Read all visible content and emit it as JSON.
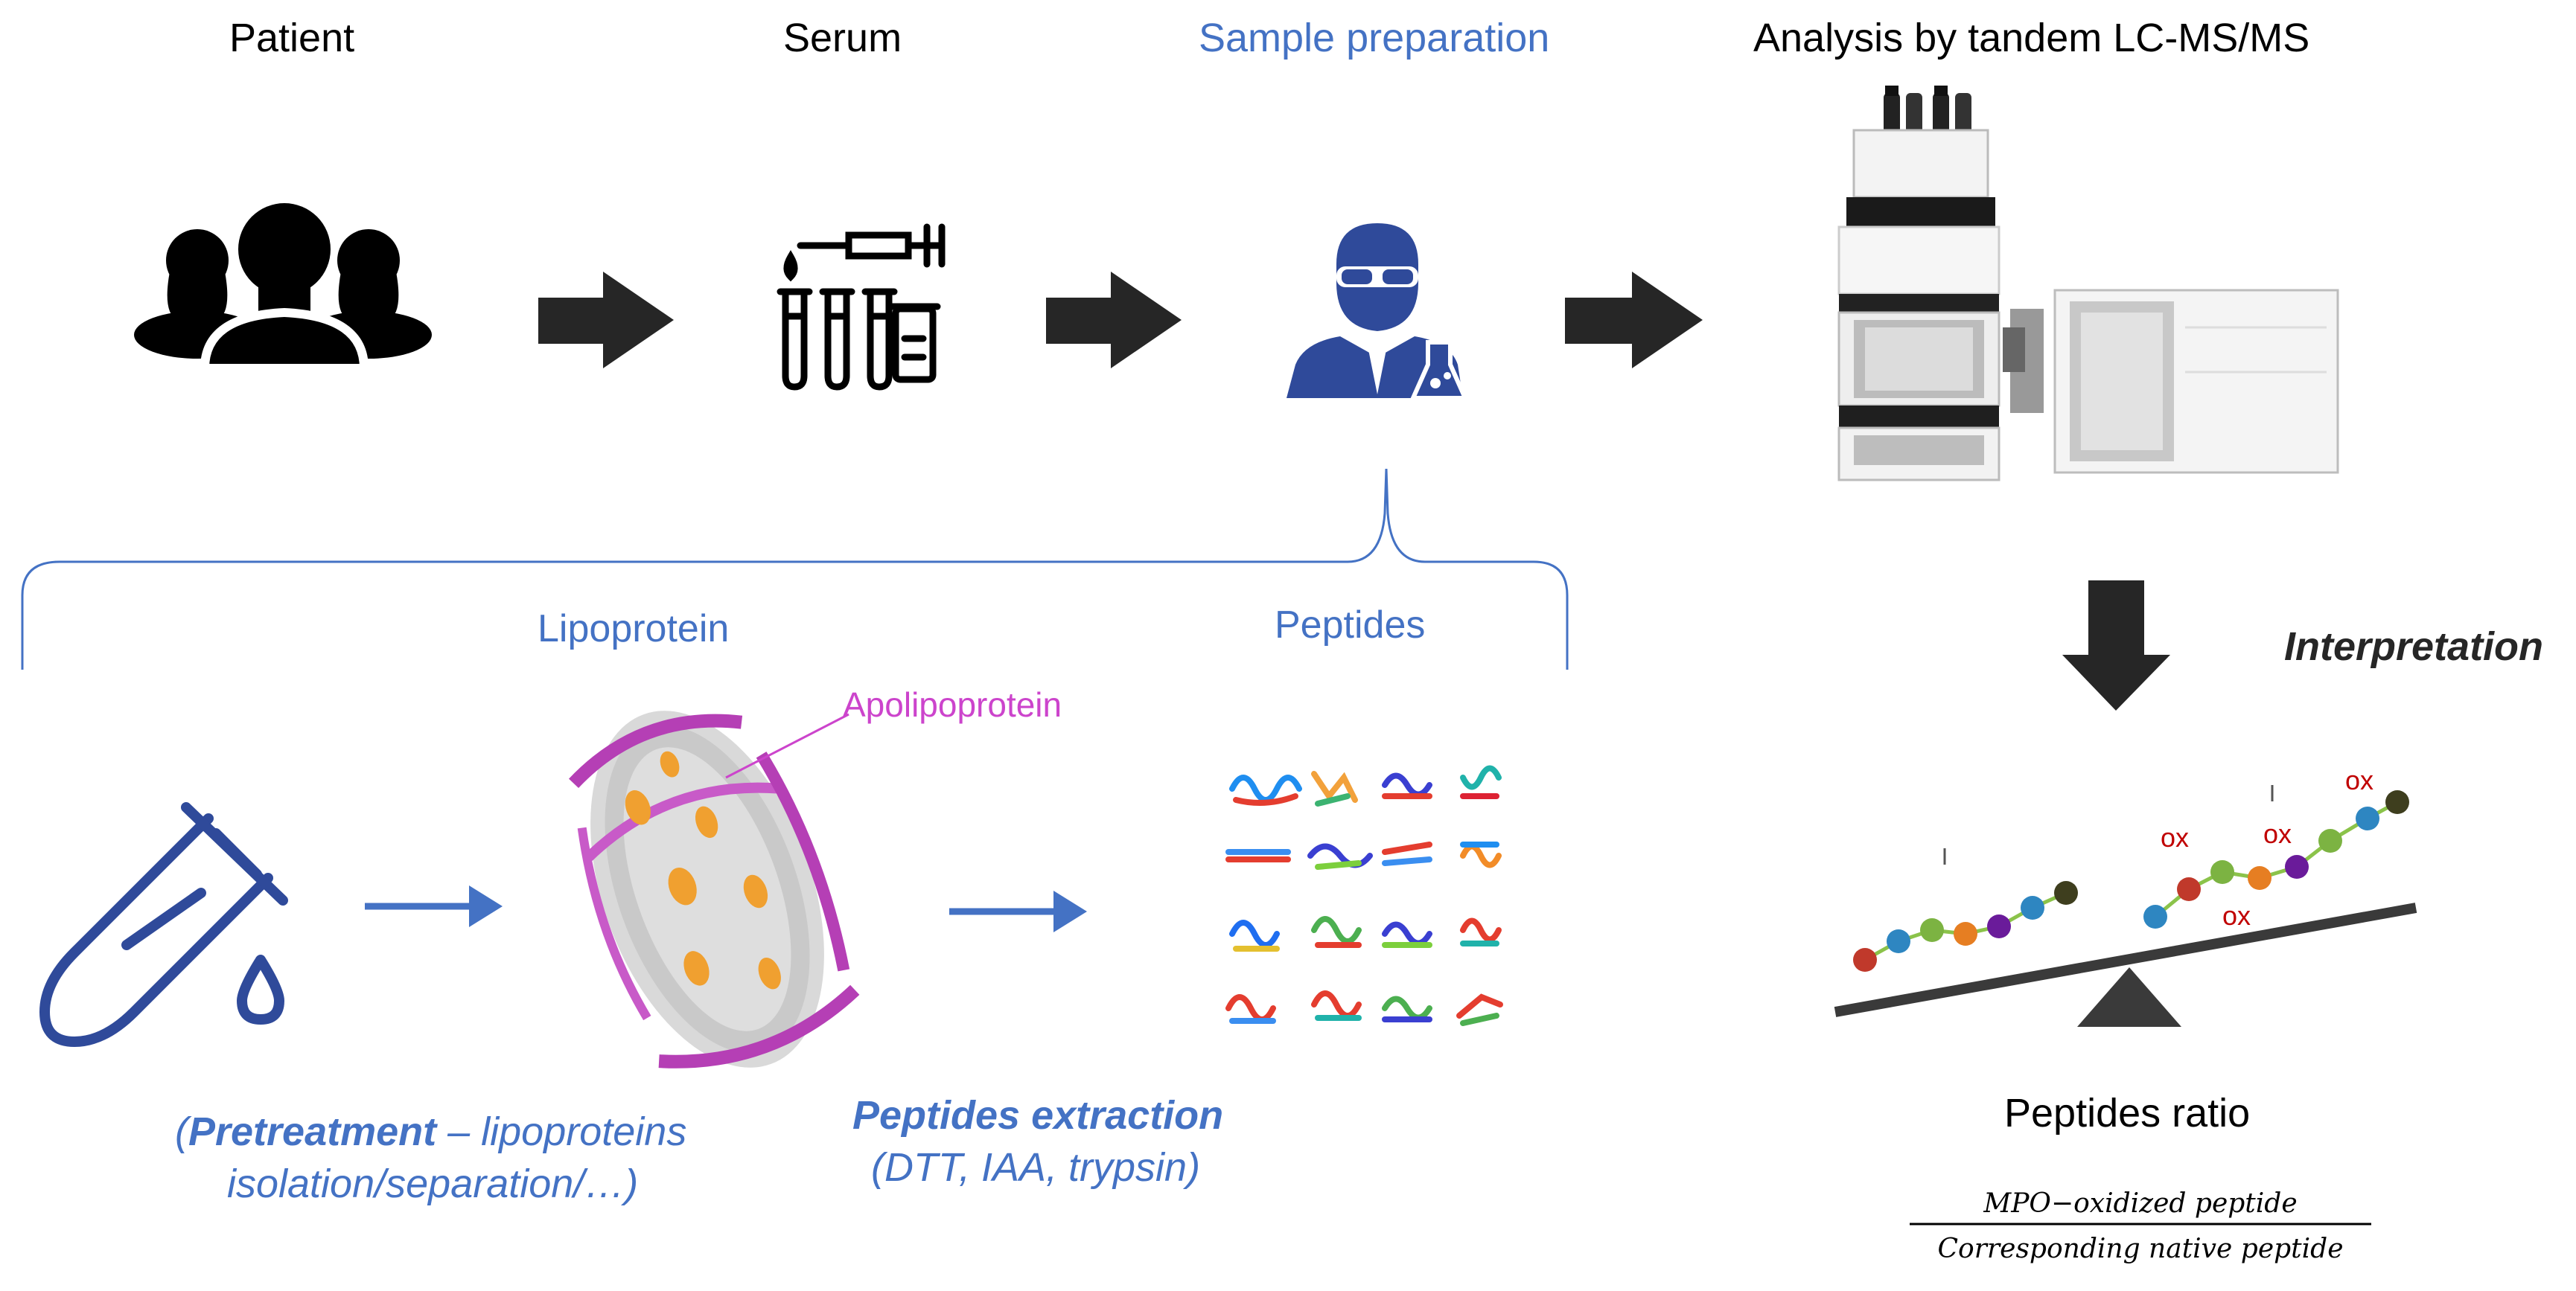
{
  "steps": {
    "patient": "Patient",
    "serum": "Serum",
    "sample_prep": "Sample preparation",
    "analysis": "Analysis by tandem LC-MS/MS"
  },
  "prep": {
    "lipoprotein": "Lipoprotein",
    "peptides": "Peptides",
    "apolipoprotein": "Apolipoprotein",
    "pretreatment_bold": "Pretreatment",
    "pretreatment_rest": " – lipoproteins",
    "pretreatment_line2": "isolation/separation/…)",
    "pretreatment_open": "(",
    "extraction_title": "Peptides extraction",
    "extraction_reagents": "(DTT, IAA, trypsin)"
  },
  "interpretation": {
    "label": "Interpretation",
    "ratio_title": "Peptides ratio",
    "numerator": "MPO−oxidized peptide",
    "denominator": "Corresponding native peptide",
    "ox_label": "ox"
  },
  "colors": {
    "accent_blue": "#4472c4",
    "icon_blue": "#2f4a9a",
    "apolipo_magenta": "#cc44cc",
    "ox_red": "#c00000",
    "arrow_dark": "#262626"
  }
}
